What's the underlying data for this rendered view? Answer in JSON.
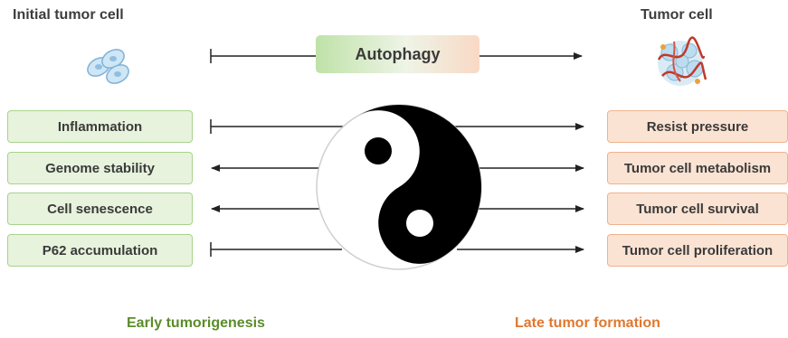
{
  "left_heading": "Initial tumor cell",
  "right_heading": "Tumor cell",
  "center_label": "Autophagy",
  "left_items": [
    {
      "label": "Inflammation",
      "arrow": "inhibit"
    },
    {
      "label": "Genome stability",
      "arrow": "toward-box"
    },
    {
      "label": "Cell senescence",
      "arrow": "toward-box"
    },
    {
      "label": "P62 accumulation",
      "arrow": "inhibit"
    }
  ],
  "right_items": [
    {
      "label": "Resist pressure"
    },
    {
      "label": "Tumor cell metabolism"
    },
    {
      "label": "Tumor cell survival"
    },
    {
      "label": "Tumor cell proliferation"
    }
  ],
  "stages": {
    "early": "Early tumorigenesis",
    "late": "Late tumor formation"
  },
  "colors": {
    "green_fill": "#e7f3dc",
    "green_border": "#a8d38c",
    "green_text": "#5b8c2a",
    "orange_fill": "#fbe3d3",
    "orange_border": "#f0b28c",
    "orange_text": "#e0782e"
  }
}
